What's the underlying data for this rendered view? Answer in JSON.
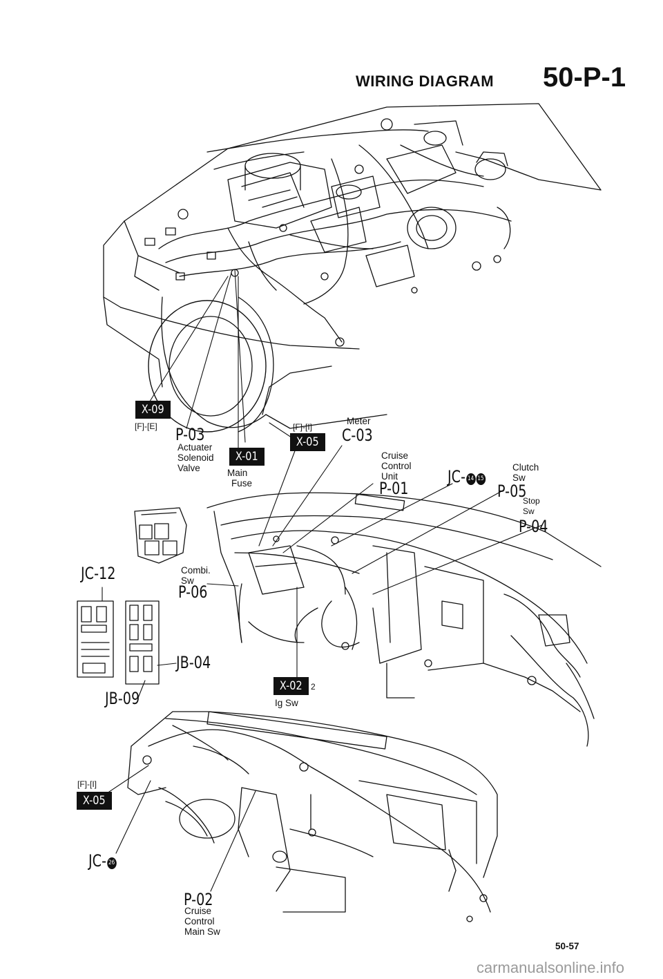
{
  "header": {
    "title_small": "WIRING DIAGRAM",
    "title_big": "50-P-1"
  },
  "engine_bay": {
    "x09": {
      "box": "X-09",
      "ref": "[F]-[E]"
    },
    "p03": {
      "code": "P-03",
      "l1": "Actuater",
      "l2": "Solenoid",
      "l3": "Valve"
    },
    "x01": {
      "box": "X-01",
      "l1": "Main",
      "l2": "Fuse"
    },
    "x05": {
      "ref": "[F]-[I]",
      "box": "X-05"
    },
    "c03": {
      "l1": "Meter",
      "code": "C-03"
    },
    "p01": {
      "l1": "Cruise",
      "l2": "Control",
      "l3": "Unit",
      "code": "P-01"
    },
    "jc": {
      "prefix": "JC-",
      "n1": "14",
      "n2": "15"
    },
    "p05": {
      "l1": "Clutch",
      "l2": "Sw",
      "code": "P-05"
    },
    "p04": {
      "l1": "Stop",
      "l2": "Sw",
      "code": "P-04"
    }
  },
  "dash": {
    "jc12": "JC-12",
    "p06": {
      "l1": "Combi.",
      "l2": "Sw",
      "code": "P-06"
    },
    "jb04": "JB-04",
    "jb09": "JB-09",
    "x02": {
      "box": "X-02",
      "pin": "2",
      "label": "Ig Sw"
    }
  },
  "panel": {
    "x05": {
      "ref": "[F]-[I]",
      "box": "X-05"
    },
    "jc": {
      "prefix": "JC-",
      "n": "26"
    },
    "p02": {
      "code": "P-02",
      "l1": "Cruise",
      "l2": "Control",
      "l3": "Main Sw"
    }
  },
  "footer": {
    "page": "50-57",
    "watermark": "carmanualsonline.info"
  }
}
